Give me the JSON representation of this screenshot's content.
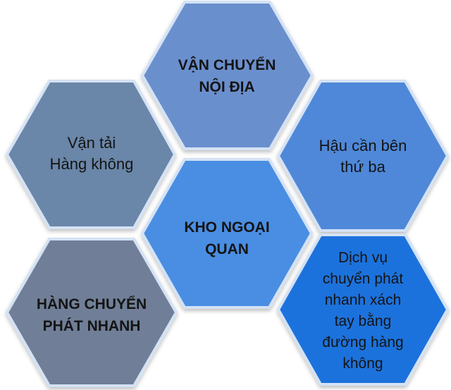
{
  "diagram": {
    "colors": {
      "blue_light": "#6b8fcd",
      "blue_mid": "#5088d8",
      "blue_grey": "#6b86a8",
      "blue_bright": "#1e72dc",
      "slate": "#6f7f97",
      "outline": "#d4e2f4"
    },
    "hexagons": [
      {
        "label": "VẬN CHUYỂN\nNỘI ĐỊA",
        "fill": "#6b8fcd"
      },
      {
        "label": "Vận tải\nHàng không",
        "fill": "#6b86a8"
      },
      {
        "label": "Hậu cần bên\nthứ ba",
        "fill": "#5088d8"
      },
      {
        "label": "KHO NGOẠI\nQUAN",
        "fill": "#4a8ee2"
      },
      {
        "label": "HÀNG CHUYỂN\nPHÁT NHANH",
        "fill": "#6f7f97"
      },
      {
        "label": "Dịch vụ\nchuyển phát\nnhanh xách\ntay bằng\nđường hàng\nkhông",
        "fill": "#1e72dc"
      }
    ]
  }
}
